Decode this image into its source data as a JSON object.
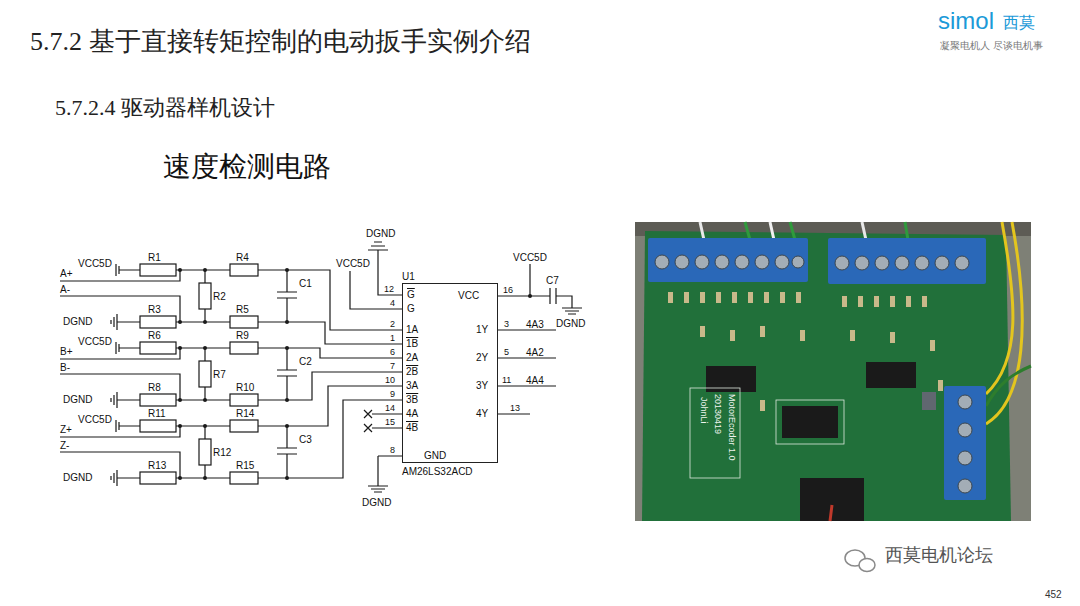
{
  "diagram": {
    "title": "5.7.2 基于直接转矩控制的电动扳手实例介绍",
    "nodes": [
      {
        "text": [
          "U1",
          "AM26LS32ACD"
        ]
      }
    ],
    "labels": [
      "5.7.2.4 驱动器样机设计",
      "速度检测电路",
      "simol",
      "西莫",
      "凝聚电机人 尽谈电机事",
      "VCC5D",
      "A+",
      "A-",
      "R1",
      "R4",
      "R2",
      "C1",
      "DGND",
      "R3",
      "R5",
      "VCC5D",
      "B+",
      "B-",
      "R6",
      "R9",
      "R7",
      "C2",
      "DGND",
      "R8",
      "R10",
      "VCC5D",
      "Z+",
      "Z-",
      "R11",
      "R14",
      "R12",
      "C3",
      "DGND",
      "R13",
      "R15",
      "DGND",
      "VCC5D",
      "12",
      "4",
      "G",
      "G",
      "VCC",
      "16",
      "VCC5D",
      "C7",
      "DGND",
      "2",
      "1A",
      "1",
      "1B",
      "6",
      "2A",
      "7",
      "2B",
      "10",
      "3A",
      "9",
      "3B",
      "14",
      "4A",
      "15",
      "4B",
      "8",
      "GND",
      "3",
      "1Y",
      "4A3",
      "5",
      "2Y",
      "4A2",
      "11",
      "3Y",
      "4A4",
      "4Y",
      "13",
      "DGND",
      "MotorEcoder 1.0",
      "20130419",
      "JohnLi",
      "西莫电机论坛",
      "452"
    ]
  }
}
